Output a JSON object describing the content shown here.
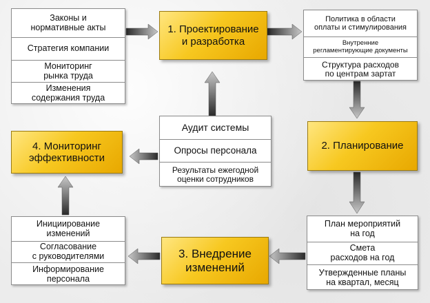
{
  "stage1": {
    "label": "1. Проектирование\nи разработка"
  },
  "stage2": {
    "label": "2. Планирование"
  },
  "stage3": {
    "label": "3. Внедрение\nизменений"
  },
  "stage4": {
    "label": "4. Мониторинг\nэффективности"
  },
  "inputs_left": [
    "Законы и\nнормативные акты",
    "Стратегия компании",
    "Мониторинг\nрынка труда",
    "Изменения\nсодержания труда"
  ],
  "outputs_design": [
    "Политика в области\nоплаты и стимулирования",
    "Внутренние\nрегламентирующие документы",
    "Структура расходов\nпо центрам зартат"
  ],
  "audit": [
    "Аудит системы",
    "Опросы персонала",
    "Результаты ежегодной\nоценки сотрудников"
  ],
  "planning_outputs": [
    "План мероприятий\nна год",
    "Смета\nрасходов на год",
    "Утвержденные планы\nна квартал, месяц"
  ],
  "implementation": [
    "Инициирование\nизменений",
    "Согласование\nс руководителями",
    "Информирование\nперсонала"
  ]
}
